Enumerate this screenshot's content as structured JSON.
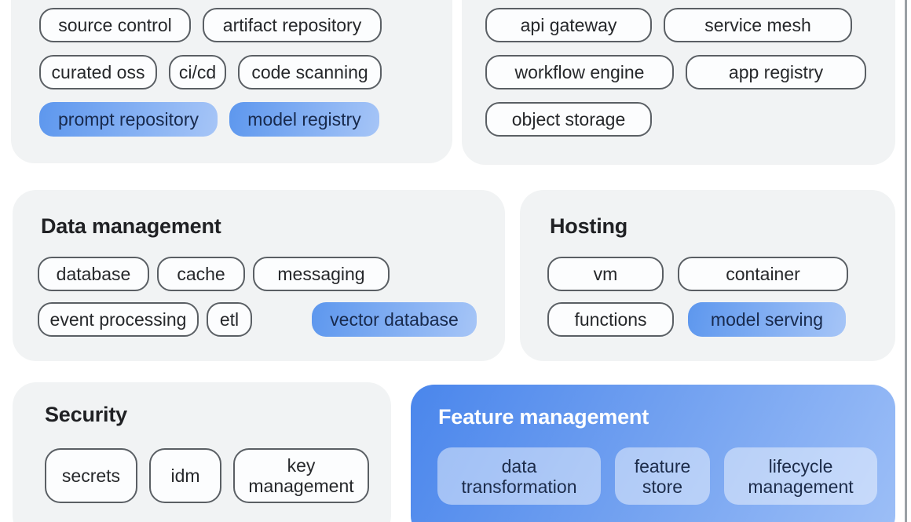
{
  "colors": {
    "page_bg": "#ffffff",
    "card_bg": "#f1f3f4",
    "chip_outline_border": "#5a5f64",
    "chip_highlight_gradient": [
      "#5d97ee",
      "#a6c5f7"
    ],
    "chip_highlight_text": "#182a4d",
    "feature_card_gradient": [
      "#4a86ec",
      "#9dbff7"
    ],
    "feature_chip_bg": "rgba(255,255,255,0.46)",
    "title_text": "#202124",
    "feature_title_text": "#ffffff"
  },
  "cards": {
    "top_left": {
      "chips": [
        {
          "label": "source control",
          "highlighted": false
        },
        {
          "label": "artifact repository",
          "highlighted": false
        },
        {
          "label": "curated oss",
          "highlighted": false
        },
        {
          "label": "ci/cd",
          "highlighted": false
        },
        {
          "label": "code scanning",
          "highlighted": false
        },
        {
          "label": "prompt repository",
          "highlighted": true
        },
        {
          "label": "model registry",
          "highlighted": true
        }
      ]
    },
    "top_right": {
      "chips": [
        {
          "label": "api gateway",
          "highlighted": false
        },
        {
          "label": "service mesh",
          "highlighted": false
        },
        {
          "label": "workflow engine",
          "highlighted": false
        },
        {
          "label": "app registry",
          "highlighted": false
        },
        {
          "label": "object storage",
          "highlighted": false
        }
      ]
    },
    "data_management": {
      "title": "Data management",
      "chips": [
        {
          "label": "database",
          "highlighted": false
        },
        {
          "label": "cache",
          "highlighted": false
        },
        {
          "label": "messaging",
          "highlighted": false
        },
        {
          "label": "event processing",
          "highlighted": false
        },
        {
          "label": "etl",
          "highlighted": false
        },
        {
          "label": "vector database",
          "highlighted": true
        }
      ]
    },
    "hosting": {
      "title": "Hosting",
      "chips": [
        {
          "label": "vm",
          "highlighted": false
        },
        {
          "label": "container",
          "highlighted": false
        },
        {
          "label": "functions",
          "highlighted": false
        },
        {
          "label": "model serving",
          "highlighted": true
        }
      ]
    },
    "security": {
      "title": "Security",
      "chips": [
        {
          "label": "secrets",
          "highlighted": false
        },
        {
          "label": "idm",
          "highlighted": false
        },
        {
          "label": "key management",
          "highlighted": false
        }
      ]
    },
    "feature_management": {
      "title": "Feature management",
      "chips": [
        {
          "label": "data transformation",
          "highlighted": true
        },
        {
          "label": "feature store",
          "highlighted": true
        },
        {
          "label": "lifecycle management",
          "highlighted": true
        }
      ]
    }
  }
}
